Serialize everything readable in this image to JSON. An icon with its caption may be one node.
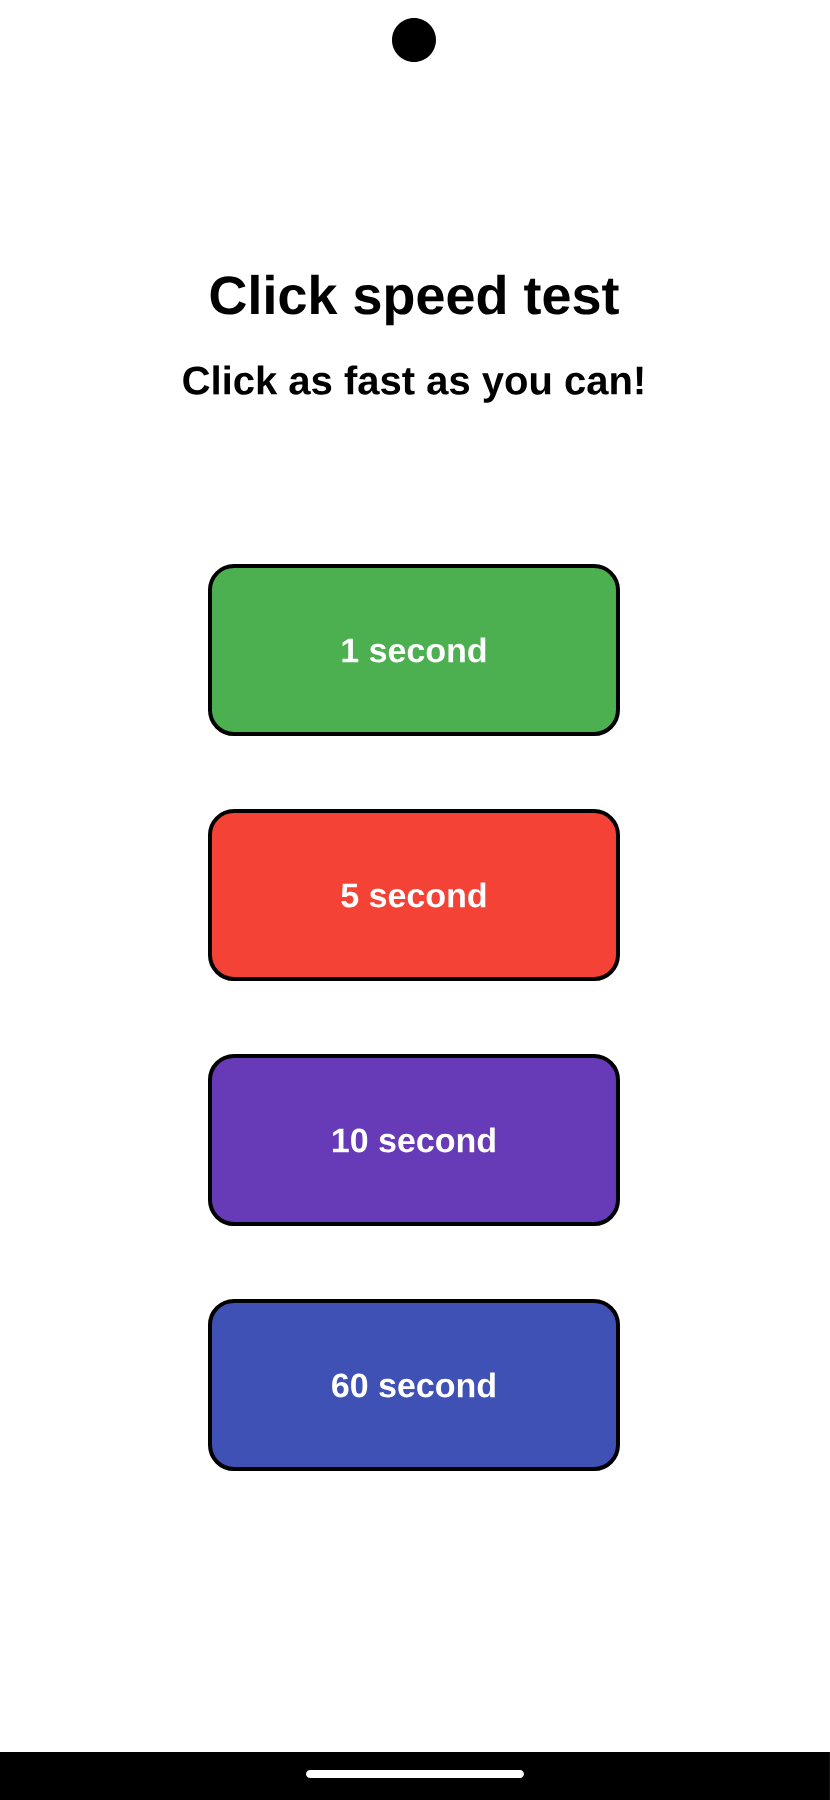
{
  "diagram": {
    "title": "Click speed test",
    "nodes": [
      {
        "text": [
          "1 second"
        ]
      },
      {
        "text": [
          "5 second"
        ]
      },
      {
        "text": [
          "10 second"
        ]
      },
      {
        "text": [
          "60 second"
        ]
      }
    ],
    "labels": [
      "Click as fast as you can!"
    ]
  }
}
